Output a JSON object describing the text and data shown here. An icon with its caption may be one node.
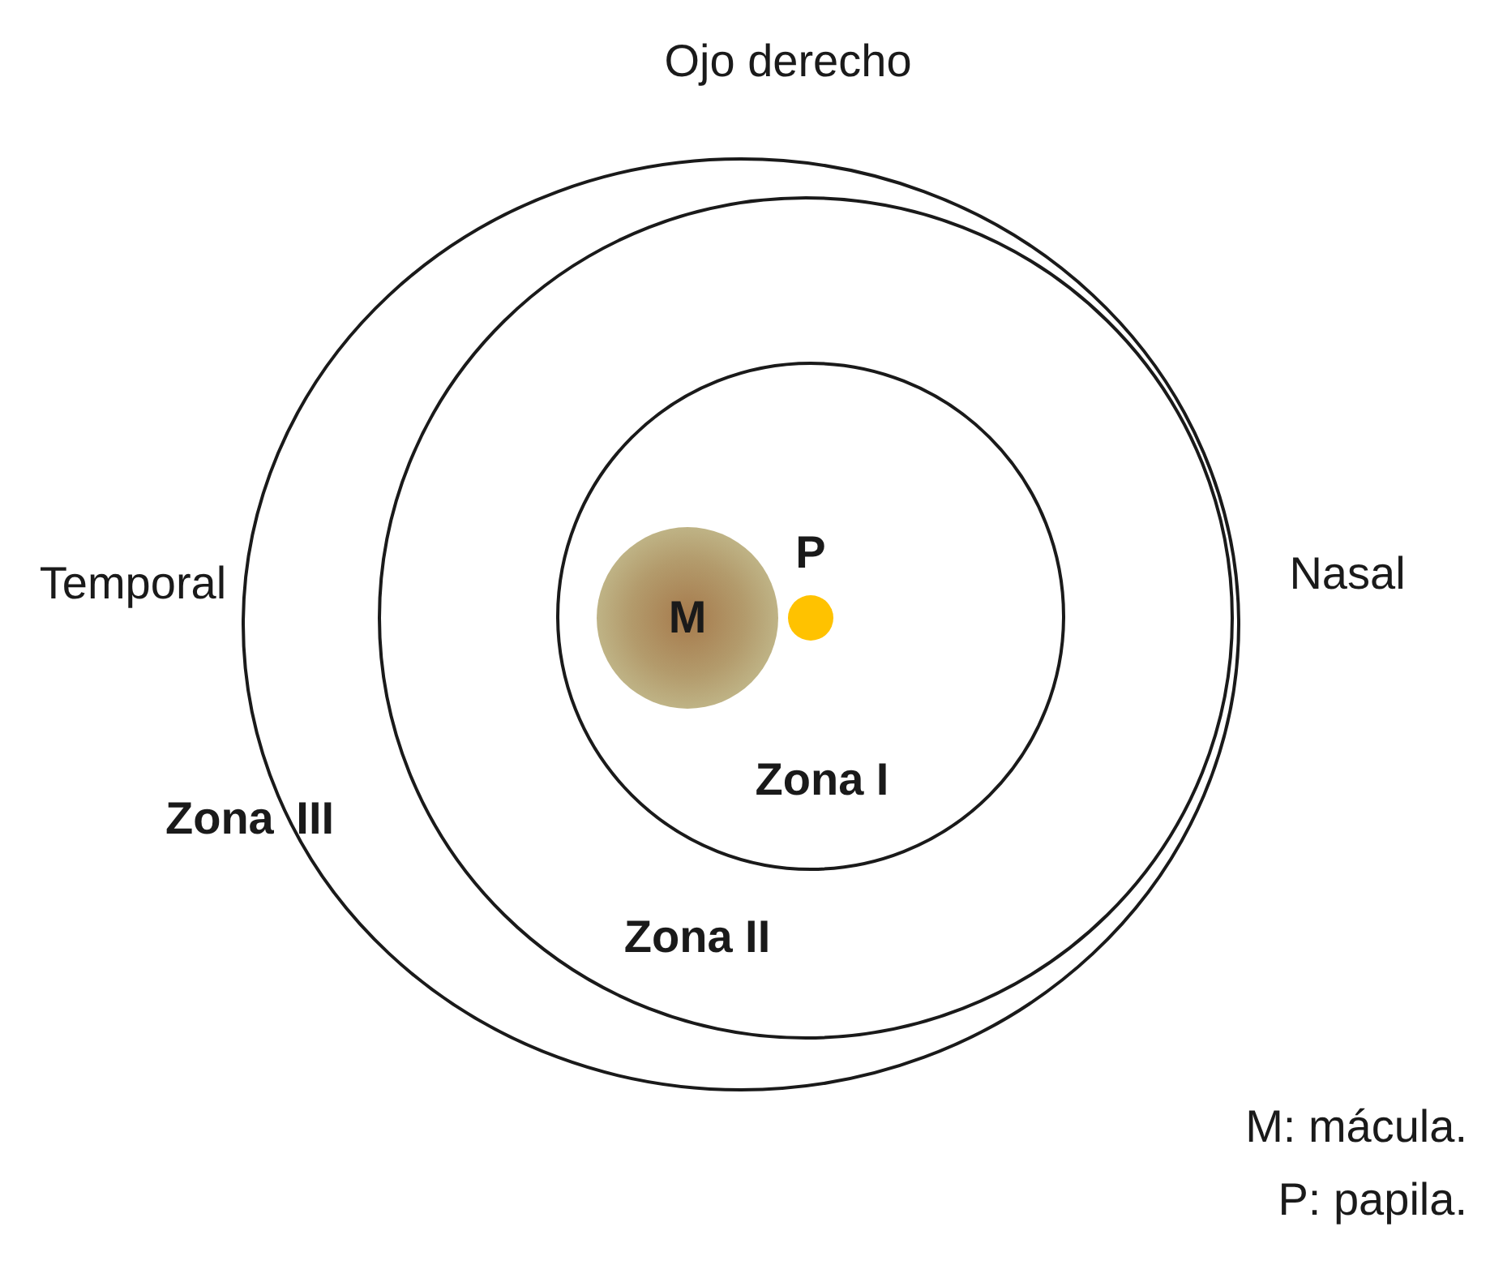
{
  "diagram": {
    "title": "Ojo derecho",
    "nodes": [
      {
        "text": [
          "Zona III"
        ]
      },
      {
        "text": [
          "Zona II"
        ],
        "in": 0
      },
      {
        "text": [
          "Zona I"
        ],
        "in": 1
      },
      {
        "text": [
          "M"
        ],
        "in": 2
      },
      {
        "text": [
          "P"
        ],
        "in": 2
      }
    ],
    "labels": [
      "Temporal",
      "Nasal",
      "M: mácula.",
      "P: papila."
    ]
  }
}
